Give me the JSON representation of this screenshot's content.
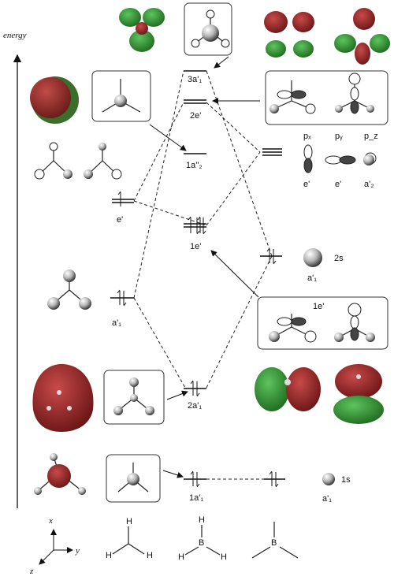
{
  "axis": {
    "title": "energy"
  },
  "levels": {
    "3a1": "3a'₁",
    "2e": "2e'",
    "1a2": "1a''₂",
    "1e": "1e'",
    "2a1": "2a'₁",
    "1a1": "1a'₁"
  },
  "left_symmetry": {
    "e": "e'",
    "a1": "a'₁"
  },
  "right_orbitals": {
    "px": "pₓ",
    "py": "pᵧ",
    "pz": "p_z",
    "e1": "e'",
    "e2": "e'",
    "a2": "a'₂",
    "s2": "2s",
    "s2_sym": "a'₁",
    "s1": "1s",
    "s1_sym": "a'₁",
    "box_1e": "1e'"
  },
  "axes_triad": {
    "x": "x",
    "y": "y",
    "z": "z"
  },
  "structures": {
    "h": "H",
    "b": "B"
  },
  "colors": {
    "lobe_red": "#8b1f1f",
    "lobe_green": "#2e8b2e",
    "line": "#111111"
  }
}
